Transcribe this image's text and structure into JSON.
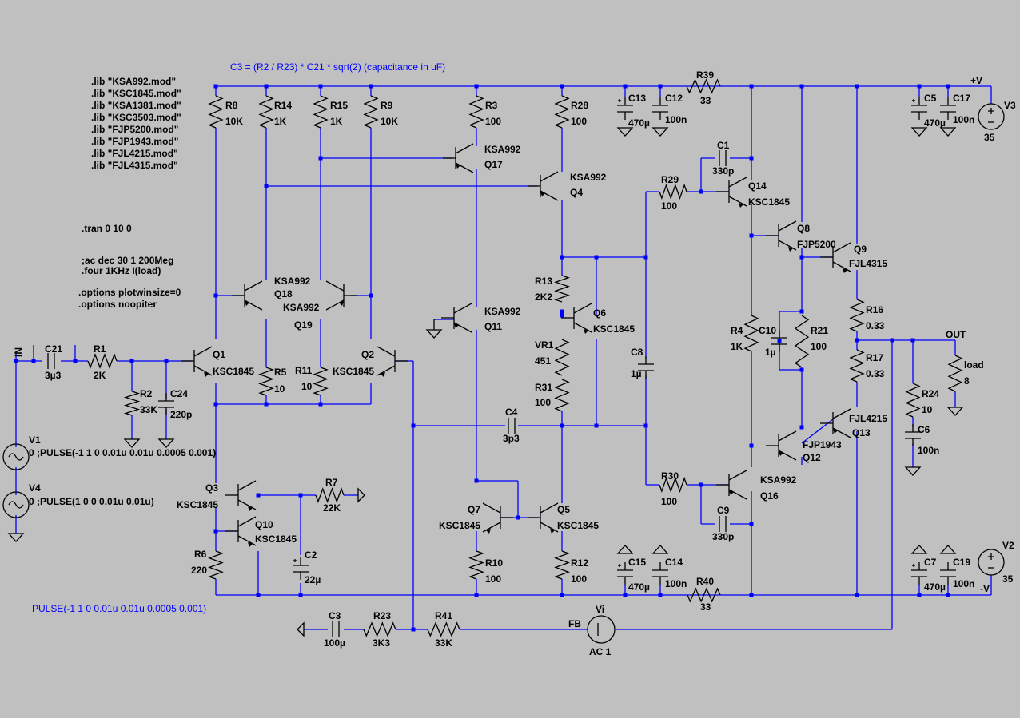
{
  "formula": "C3 = (R2 / R23) * C21 * sqrt(2) (capacitance in uF)",
  "comment_pulse": "PULSE(-1 1 0 0.01u 0.01u 0.0005 0.001)",
  "directives": [
    ".lib \"KSA992.mod\"",
    ".lib \"KSC1845.mod\"",
    ".lib \"KSA1381.mod\"",
    ".lib \"KSC3503.mod\"",
    ".lib \"FJP5200.mod\"",
    ".lib \"FJP1943.mod\"",
    ".lib \"FJL4215.mod\"",
    ".lib \"FJL4315.mod\"",
    ".tran 0 10 0",
    ";ac dec 30 1 200Meg",
    ".four 1KHz I(load)",
    ".options plotwinsize=0",
    ".options noopiter"
  ],
  "nets": {
    "in": "IN",
    "out": "OUT",
    "vpos": "+V",
    "vneg": "-V",
    "fb": "FB"
  },
  "components": {
    "R8": {
      "name": "R8",
      "value": "10K"
    },
    "R14": {
      "name": "R14",
      "value": "1K"
    },
    "R15": {
      "name": "R15",
      "value": "1K"
    },
    "R9": {
      "name": "R9",
      "value": "10K"
    },
    "R3": {
      "name": "R3",
      "value": "100"
    },
    "R28": {
      "name": "R28",
      "value": "100"
    },
    "C13": {
      "name": "C13",
      "value": "470µ"
    },
    "C12": {
      "name": "C12",
      "value": "100n"
    },
    "R39": {
      "name": "R39",
      "value": "33"
    },
    "C5": {
      "name": "C5",
      "value": "470µ"
    },
    "C17": {
      "name": "C17",
      "value": "100n"
    },
    "V3": {
      "name": "V3",
      "value": "35"
    },
    "C1": {
      "name": "C1",
      "value": "330p"
    },
    "R29": {
      "name": "R29",
      "value": "100"
    },
    "Q17": {
      "name": "Q17",
      "value": "KSA992"
    },
    "Q4": {
      "name": "Q4",
      "value": "KSA992"
    },
    "Q14": {
      "name": "Q14",
      "value": "KSC1845"
    },
    "Q8": {
      "name": "Q8",
      "value": "FJP5200"
    },
    "Q9": {
      "name": "Q9",
      "value": "FJL4315"
    },
    "Q18": {
      "name": "Q18",
      "value": "KSA992"
    },
    "Q19": {
      "name": "Q19",
      "value": "KSA992"
    },
    "Q11": {
      "name": "Q11",
      "value": "KSA992"
    },
    "Q6": {
      "name": "Q6",
      "value": "KSC1845"
    },
    "R13": {
      "name": "R13",
      "value": "2K2"
    },
    "VR1": {
      "name": "VR1",
      "value": "451"
    },
    "R31": {
      "name": "R31",
      "value": "100"
    },
    "C8": {
      "name": "C8",
      "value": "1µ"
    },
    "R4": {
      "name": "R4",
      "value": "1K"
    },
    "C10": {
      "name": "C10",
      "value": "1µ"
    },
    "R21": {
      "name": "R21",
      "value": "100"
    },
    "R16": {
      "name": "R16",
      "value": "0.33"
    },
    "R17": {
      "name": "R17",
      "value": "0.33"
    },
    "load": {
      "name": "load",
      "value": "8"
    },
    "R24": {
      "name": "R24",
      "value": "10"
    },
    "C6": {
      "name": "C6",
      "value": "100n"
    },
    "C21": {
      "name": "C21",
      "value": "3µ3"
    },
    "R1": {
      "name": "R1",
      "value": "2K"
    },
    "R2": {
      "name": "R2",
      "value": "33K"
    },
    "C24": {
      "name": "C24",
      "value": "220p"
    },
    "Q1": {
      "name": "Q1",
      "value": "KSC1845"
    },
    "Q2": {
      "name": "Q2",
      "value": "KSC1845"
    },
    "R5": {
      "name": "R5",
      "value": "10"
    },
    "R11": {
      "name": "R11",
      "value": "10"
    },
    "C4": {
      "name": "C4",
      "value": "3p3"
    },
    "Q13": {
      "name": "Q13",
      "value": "FJL4215"
    },
    "Q12": {
      "name": "Q12",
      "value": "FJP1943"
    },
    "Q16": {
      "name": "Q16",
      "value": "KSA992"
    },
    "R30": {
      "name": "R30",
      "value": "100"
    },
    "C9": {
      "name": "C9",
      "value": "330p"
    },
    "V1": {
      "name": "V1",
      "value": "0 ;PULSE(-1 1 0 0.01u 0.01u 0.0005 0.001)"
    },
    "V4": {
      "name": "V4",
      "value": "0 ;PULSE(1 0 0 0.01u 0.01u)"
    },
    "Q3": {
      "name": "Q3",
      "value": "KSC1845"
    },
    "Q10": {
      "name": "Q10",
      "value": "KSC1845"
    },
    "R7": {
      "name": "R7",
      "value": "22K"
    },
    "C2": {
      "name": "C2",
      "value": "22µ"
    },
    "R6": {
      "name": "R6",
      "value": "220"
    },
    "Q7": {
      "name": "Q7",
      "value": "KSC1845"
    },
    "Q5": {
      "name": "Q5",
      "value": "KSC1845"
    },
    "R10": {
      "name": "R10",
      "value": "100"
    },
    "R12": {
      "name": "R12",
      "value": "100"
    },
    "C15": {
      "name": "C15",
      "value": "470µ"
    },
    "C14": {
      "name": "C14",
      "value": "100n"
    },
    "R40": {
      "name": "R40",
      "value": "33"
    },
    "C7": {
      "name": "C7",
      "value": "470µ"
    },
    "C19": {
      "name": "C19",
      "value": "100n"
    },
    "V2": {
      "name": "V2",
      "value": "35"
    },
    "C3": {
      "name": "C3",
      "value": "100µ"
    },
    "R23": {
      "name": "R23",
      "value": "3K3"
    },
    "R41": {
      "name": "R41",
      "value": "33K"
    },
    "Vi": {
      "name": "Vi",
      "value": "AC 1"
    }
  }
}
